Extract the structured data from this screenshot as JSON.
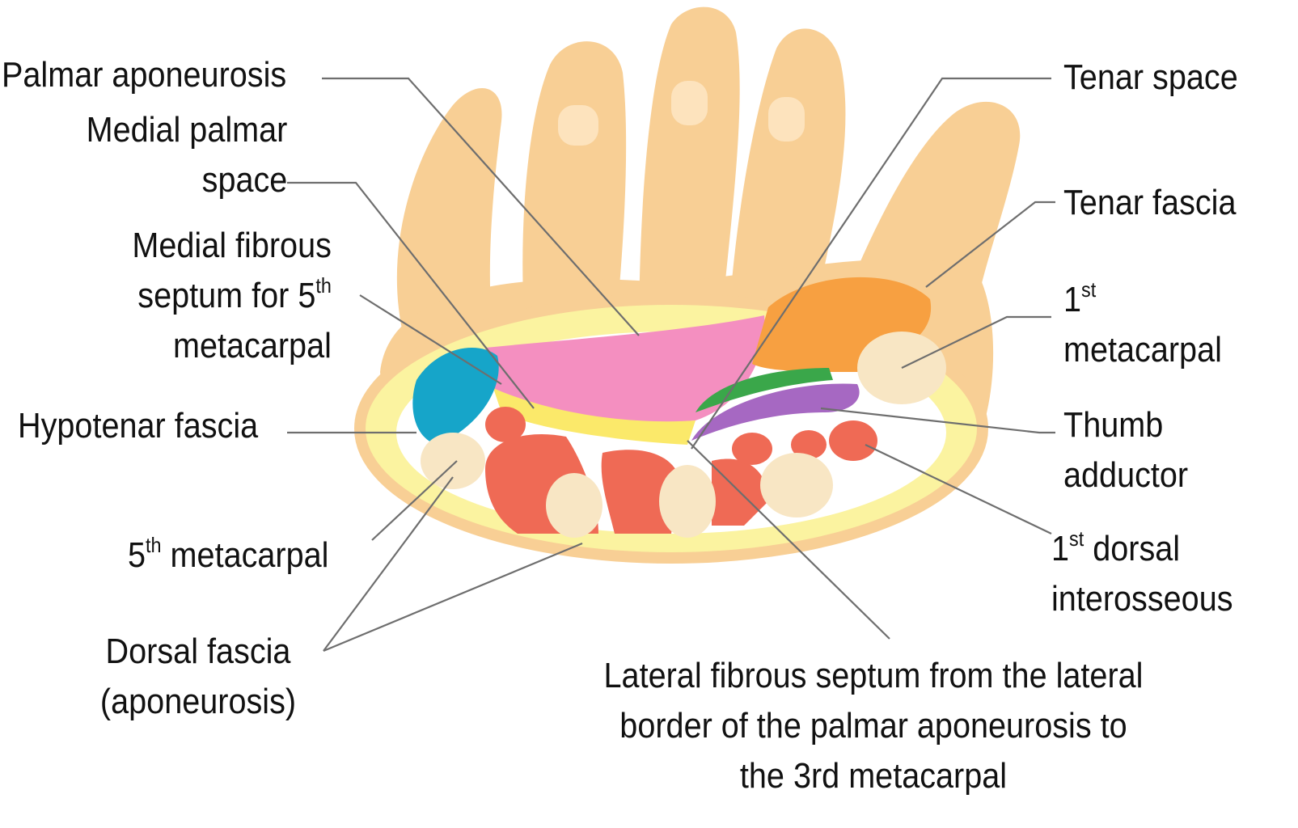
{
  "labels": {
    "palmar_aponeurosis": "Palmar aponeurosis",
    "medial_palmar_space": [
      "Medial palmar",
      "space"
    ],
    "medial_fibrous_septum": [
      "Medial fibrous",
      "septum for 5",
      "th",
      "metacarpal"
    ],
    "hypotenar_fascia": "Hypotenar fascia",
    "fifth_metacarpal": [
      "5",
      "th",
      " metacarpal"
    ],
    "dorsal_fascia": [
      "Dorsal fascia",
      "(aponeurosis)"
    ],
    "lateral_fibrous_septum": [
      "Lateral fibrous septum from the lateral",
      "border of the palmar aponeurosis to",
      "the 3rd metacarpal"
    ],
    "tenar_space": "Tenar space",
    "tenar_fascia": "Tenar fascia",
    "first_metacarpal": [
      "1",
      "st",
      "metacarpal"
    ],
    "thumb_adductor": [
      "Thumb",
      "adductor"
    ],
    "first_dorsal_interosseous": [
      "1",
      "st",
      " dorsal",
      "interosseous"
    ]
  },
  "colors": {
    "skin": "#f8cf95",
    "skin_light": "#fde3bd",
    "fascia": "#fbf3a0",
    "muscle": "#ef6a55",
    "bone": "#f8e6c4",
    "palmar": "#f48fc0",
    "hypotenar": "#16a5c9",
    "tenar": "#f7a041",
    "green": "#3aa74a",
    "purple": "#a668c2"
  }
}
